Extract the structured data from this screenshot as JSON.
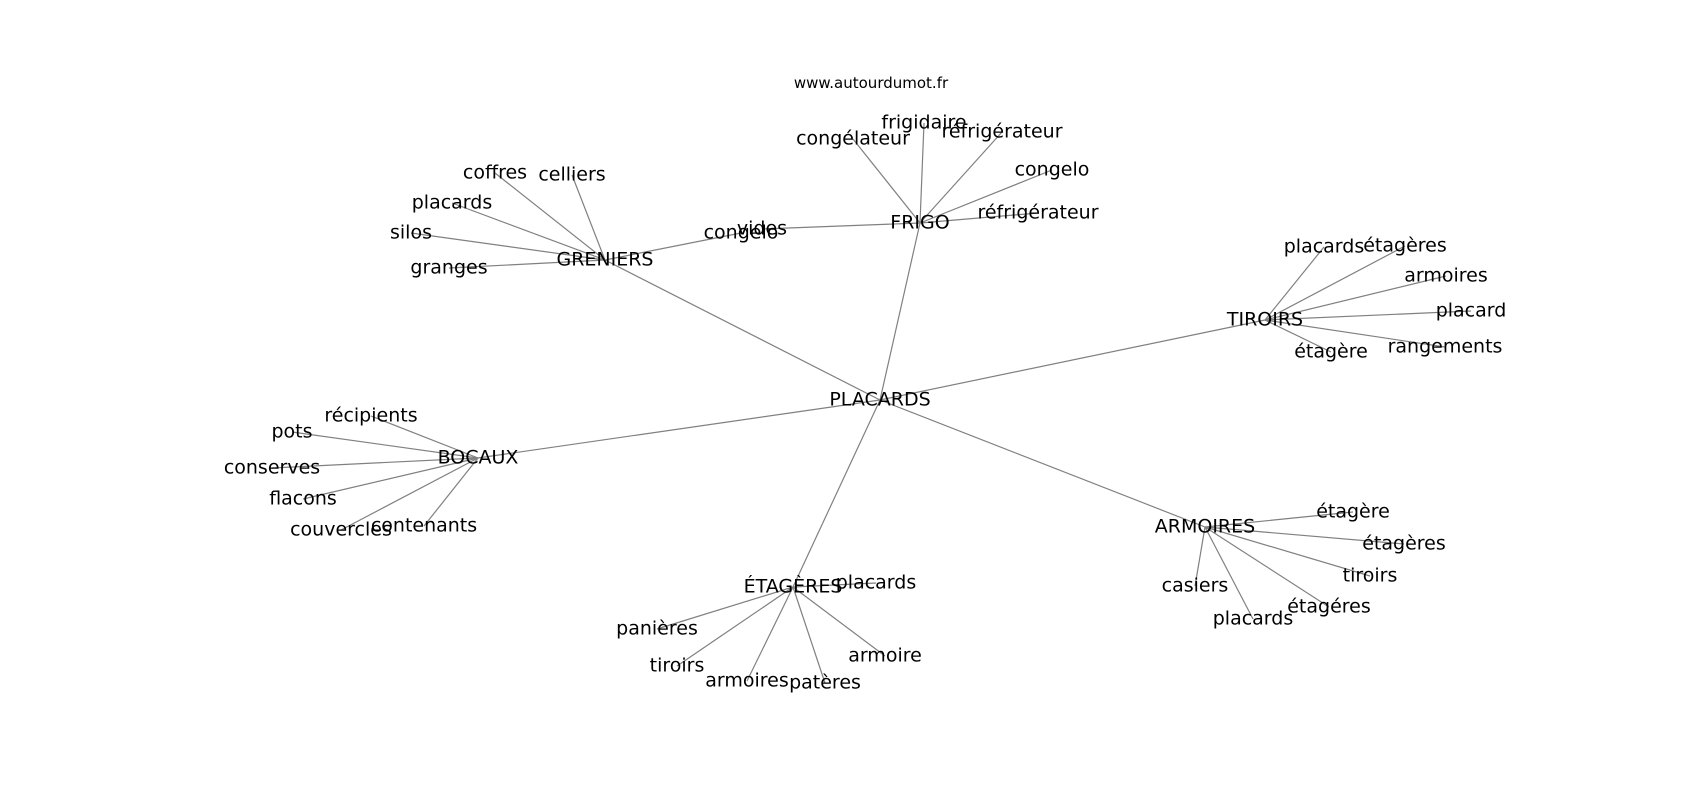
{
  "source_text": "www.autourdumot.fr",
  "center": "PLACARDS",
  "branches": [
    {
      "id": "greniers",
      "label": "GRENIERS",
      "leaves": [
        "coffres",
        "celliers",
        "placards",
        "silos",
        "granges",
        "congelo"
      ]
    },
    {
      "id": "frigo",
      "label": "FRIGO",
      "leaves": [
        "congélateur",
        "frigidaire",
        "réfrigérateur",
        "congelo",
        "réfrigérateur",
        "vides"
      ]
    },
    {
      "id": "tiroirs",
      "label": "TIROIRS",
      "leaves": [
        "placards",
        "étagères",
        "armoires",
        "placard",
        "rangements",
        "étagère"
      ]
    },
    {
      "id": "bocaux",
      "label": "BOCAUX",
      "leaves": [
        "récipients",
        "pots",
        "conserves",
        "flacons",
        "couvercles",
        "contenants"
      ]
    },
    {
      "id": "armoires",
      "label": "ARMOIRES",
      "leaves": [
        "étagère",
        "étagères",
        "tiroirs",
        "étagéres",
        "placards",
        "casiers"
      ]
    },
    {
      "id": "etageres",
      "label": "ÉTAGÈRES",
      "leaves": [
        "placards",
        "panières",
        "tiroirs",
        "armoires",
        "patères",
        "armoire"
      ]
    }
  ]
}
